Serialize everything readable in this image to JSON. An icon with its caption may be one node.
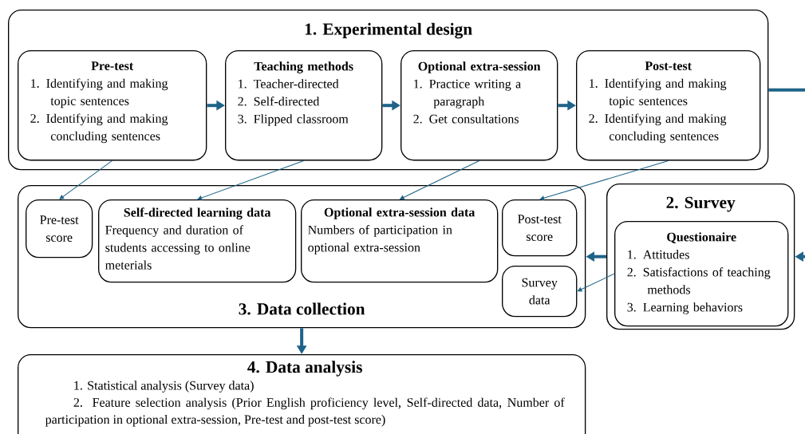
{
  "diagram": {
    "nodes": [
      {
        "text": [
          "1. Experimental design"
        ]
      },
      {
        "text": [
          "Pre-test",
          "1. Identifying and making topic sentences",
          "2. Identifying and making concluding sentences"
        ],
        "in": 0
      },
      {
        "text": [
          "Teaching methods",
          "1. Teacher-directed",
          "2. Self-directed",
          "3. Flipped classroom"
        ],
        "in": 0
      },
      {
        "text": [
          "Optional extra-session",
          "1. Practice writing a paragraph",
          "2. Get consultations"
        ],
        "in": 0
      },
      {
        "text": [
          "Post-test",
          "1. Identifying and making topic sentences",
          "2. Identifying and making concluding sentences"
        ],
        "in": 0
      },
      {
        "text": [
          "3. Data collection"
        ]
      },
      {
        "text": [
          "Pre-test score"
        ],
        "in": 5
      },
      {
        "text": [
          "Self-directed learning data",
          "Frequency and duration of students accessing to online meterials"
        ],
        "in": 5
      },
      {
        "text": [
          "Optional extra-session data",
          "Numbers of participation in optional extra-session"
        ],
        "in": 5
      },
      {
        "text": [
          "Post-test score"
        ],
        "in": 5
      },
      {
        "text": [
          "Survey data"
        ],
        "in": 5
      },
      {
        "text": [
          "2. Survey"
        ]
      },
      {
        "text": [
          "Questionaire",
          "1. Attitudes",
          "2. Satisfactions of teaching methods",
          "3. Learning behaviors"
        ],
        "in": 11
      },
      {
        "text": [
          "4. Data analysis",
          "1. Statistical analysis (Survey data)",
          "2. Feature selection analysis (Prior English proficiency level, Self-directed data, Number of participation in optional extra-session, Pre-test and post-test score)"
        ]
      }
    ],
    "edges": [
      {
        "from": 1,
        "to": 2,
        "arrow": "to"
      },
      {
        "from": 2,
        "to": 3,
        "arrow": "to"
      },
      {
        "from": 3,
        "to": 4,
        "arrow": "to"
      },
      {
        "from": 0,
        "to": 11,
        "arrow": "to"
      },
      {
        "from": 1,
        "to": 6,
        "arrow": "to"
      },
      {
        "from": 2,
        "to": 7,
        "arrow": "to"
      },
      {
        "from": 3,
        "to": 8,
        "arrow": "to"
      },
      {
        "from": 4,
        "to": 9,
        "arrow": "to"
      },
      {
        "from": 12,
        "to": 10,
        "arrow": "to"
      },
      {
        "from": 11,
        "to": 5,
        "arrow": "to"
      },
      {
        "from": 5,
        "to": 13,
        "arrow": "to"
      }
    ]
  }
}
